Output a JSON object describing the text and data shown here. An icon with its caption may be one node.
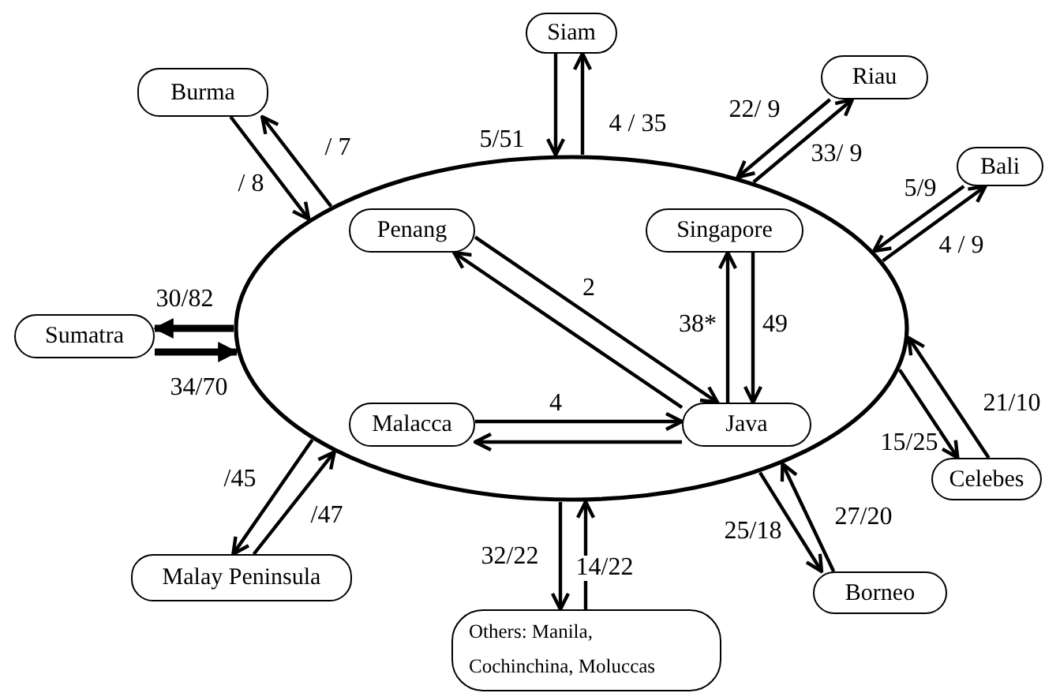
{
  "diagram": {
    "nodes": [
      {
        "text": [],
        "shape": "ellipse"
      },
      {
        "text": [
          "Siam"
        ]
      },
      {
        "text": [
          "Burma"
        ]
      },
      {
        "text": [
          "Riau"
        ]
      },
      {
        "text": [
          "Bali"
        ]
      },
      {
        "text": [
          "Penang"
        ],
        "in": 0
      },
      {
        "text": [
          "Singapore"
        ],
        "in": 0
      },
      {
        "text": [
          "Sumatra"
        ]
      },
      {
        "text": [
          "Malacca"
        ],
        "in": 0
      },
      {
        "text": [
          "Java"
        ],
        "in": 0
      },
      {
        "text": [
          "Celebes"
        ]
      },
      {
        "text": [
          "Malay Peninsula"
        ]
      },
      {
        "text": [
          "Borneo"
        ]
      },
      {
        "text": [
          "Others: Manila, Cochinchina, Moluccas"
        ]
      }
    ],
    "edges": [
      {
        "from": 1,
        "to": 0,
        "arrow": "to",
        "label": "5/51"
      },
      {
        "from": 0,
        "to": 1,
        "arrow": "to",
        "label": "4 / 35"
      },
      {
        "from": 0,
        "to": 2,
        "arrow": "to",
        "label": "/ 7"
      },
      {
        "from": 2,
        "to": 0,
        "arrow": "to",
        "label": "/ 8"
      },
      {
        "from": 3,
        "to": 0,
        "arrow": "to",
        "label": "22/ 9"
      },
      {
        "from": 0,
        "to": 3,
        "arrow": "to",
        "label": "33/ 9"
      },
      {
        "from": 4,
        "to": 0,
        "arrow": "to",
        "label": "5/9"
      },
      {
        "from": 0,
        "to": 4,
        "arrow": "to",
        "label": "4 / 9"
      },
      {
        "from": 0,
        "to": 7,
        "arrow": "to",
        "label": "30/82",
        "style": "thick"
      },
      {
        "from": 7,
        "to": 0,
        "arrow": "to",
        "label": "34/70",
        "style": "thick"
      },
      {
        "from": 5,
        "to": 9,
        "arrow": "to",
        "label": "2"
      },
      {
        "from": 9,
        "to": 5,
        "arrow": "to"
      },
      {
        "from": 9,
        "to": 6,
        "arrow": "to",
        "label": "38*"
      },
      {
        "from": 6,
        "to": 9,
        "arrow": "to",
        "label": "49"
      },
      {
        "from": 8,
        "to": 9,
        "arrow": "to",
        "label": "4"
      },
      {
        "from": 9,
        "to": 8,
        "arrow": "to"
      },
      {
        "from": 10,
        "to": 0,
        "arrow": "to",
        "label": "21/10"
      },
      {
        "from": 0,
        "to": 10,
        "arrow": "to",
        "label": "15/25"
      },
      {
        "from": 0,
        "to": 11,
        "arrow": "to",
        "label": "/45"
      },
      {
        "from": 11,
        "to": 0,
        "arrow": "to",
        "label": "/47"
      },
      {
        "from": 0,
        "to": 12,
        "arrow": "to",
        "label": "25/18"
      },
      {
        "from": 12,
        "to": 0,
        "arrow": "to",
        "label": "27/20"
      },
      {
        "from": 0,
        "to": 13,
        "arrow": "to",
        "label": "32/22"
      },
      {
        "from": 13,
        "to": 0,
        "arrow": "to",
        "label": "14/22"
      }
    ]
  }
}
